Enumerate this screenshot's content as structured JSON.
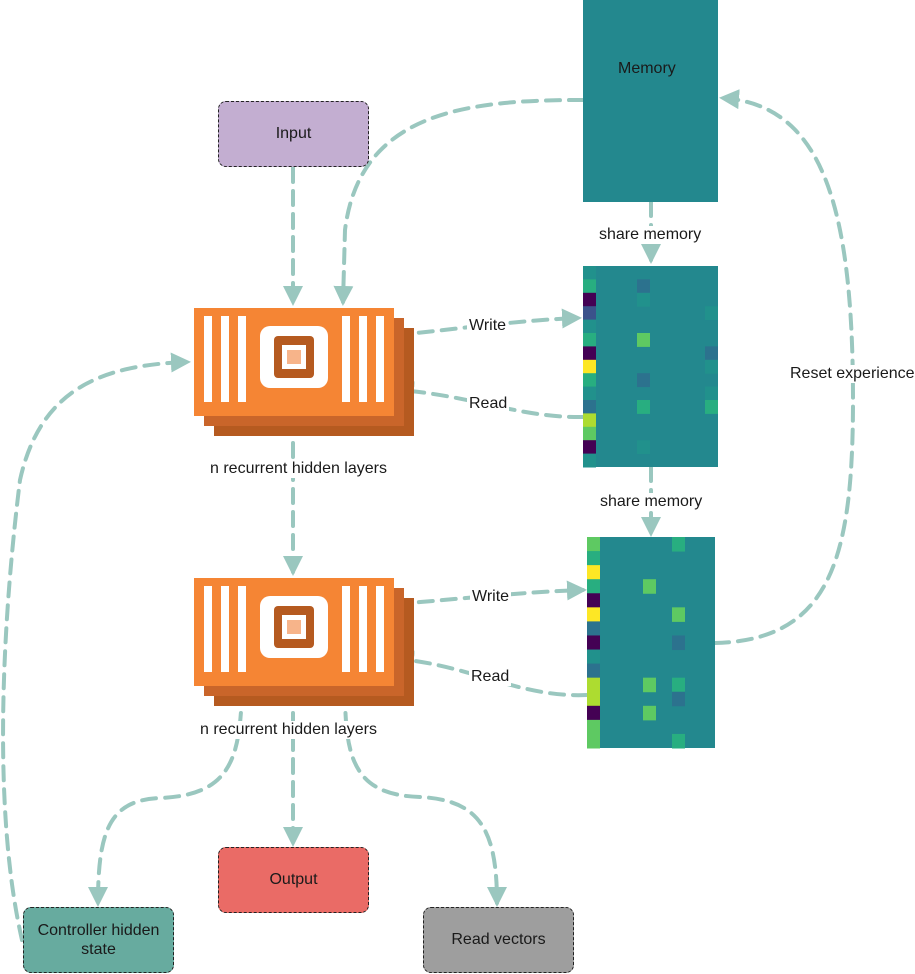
{
  "nodes": {
    "input": "Input",
    "memory": "Memory",
    "output": "Output",
    "controller_state": "Controller hidden state",
    "read_vectors": "Read vectors"
  },
  "labels": {
    "share_memory_1": "share memory",
    "share_memory_2": "share memory",
    "layer1_caption": "n recurrent hidden layers",
    "layer2_caption": "n recurrent hidden layers",
    "write_1": "Write",
    "read_1": "Read",
    "write_2": "Write",
    "read_2": "Read",
    "reset": "Reset experience"
  },
  "colors": {
    "input": "#c3aed1",
    "output": "#ea6b66",
    "controller_state": "#67ab9f",
    "read_vectors": "#9e9e9e",
    "memory": "#23888e",
    "edge": "#9ac7bf",
    "chip": "#f58534",
    "chip_dark": "#b55a20"
  },
  "icons": {
    "layer": "processor-icon"
  }
}
